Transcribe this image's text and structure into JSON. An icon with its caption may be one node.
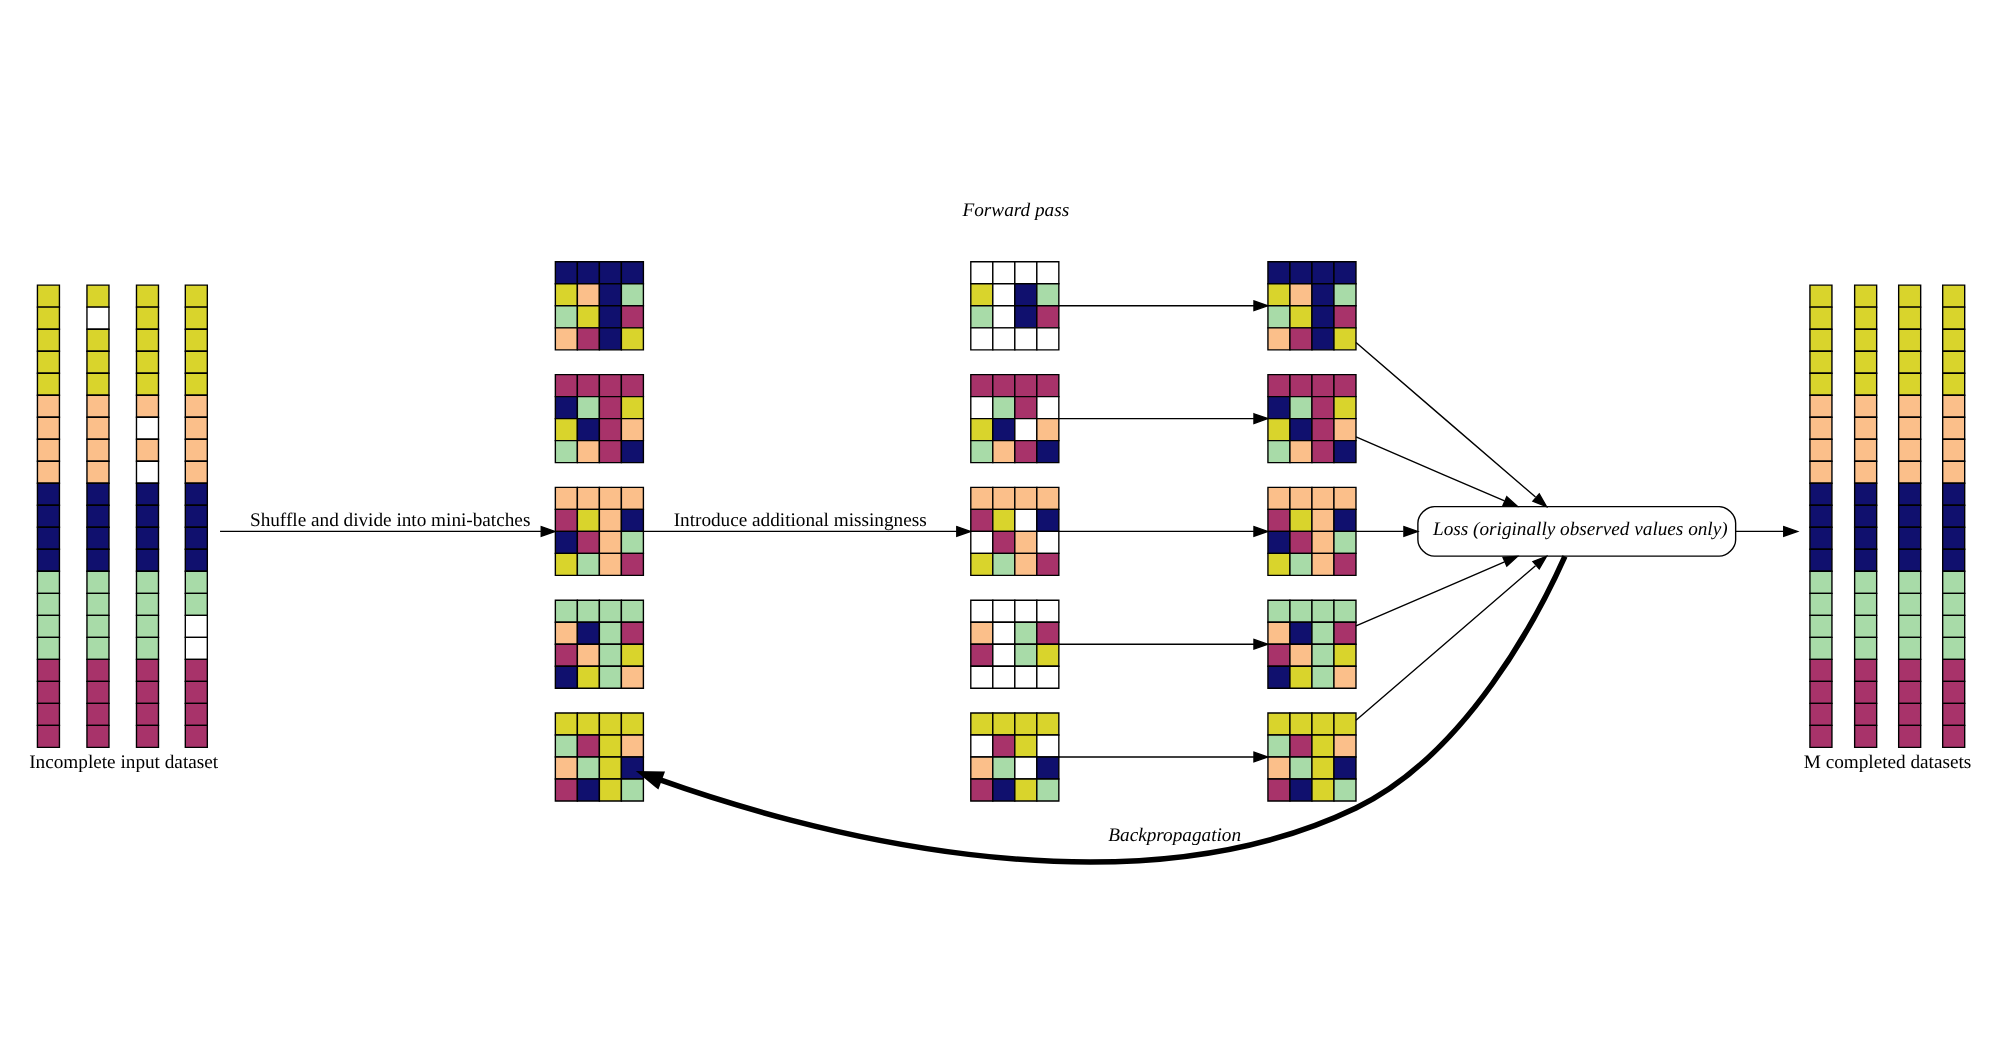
{
  "diagram": {
    "nodes": [
      {
        "text": [],
        "shape": "picture",
        "beside": [
          "Incomplete input dataset"
        ]
      },
      {
        "text": [],
        "shape": "picture"
      },
      {
        "text": [],
        "shape": "picture"
      },
      {
        "text": [],
        "shape": "picture"
      },
      {
        "text": [],
        "shape": "picture"
      },
      {
        "text": [],
        "shape": "picture"
      },
      {
        "text": [],
        "shape": "picture"
      },
      {
        "text": [],
        "shape": "picture"
      },
      {
        "text": [],
        "shape": "picture"
      },
      {
        "text": [],
        "shape": "picture"
      },
      {
        "text": [],
        "shape": "picture"
      },
      {
        "text": [],
        "shape": "picture"
      },
      {
        "text": [],
        "shape": "picture"
      },
      {
        "text": [],
        "shape": "picture"
      },
      {
        "text": [],
        "shape": "picture"
      },
      {
        "text": [],
        "shape": "picture"
      },
      {
        "text": [
          "Loss (originally observed values only)"
        ]
      },
      {
        "text": [],
        "shape": "picture",
        "beside": [
          "M completed datasets"
        ]
      }
    ],
    "edges": [
      {
        "from": 0,
        "to": 3,
        "arrow": "to",
        "label": "Shuffle and divide into mini-batches"
      },
      {
        "from": 3,
        "to": 8,
        "arrow": "to",
        "label": "Introduce additional missingness"
      },
      {
        "from": 6,
        "to": 11,
        "arrow": "to"
      },
      {
        "from": 7,
        "to": 12,
        "arrow": "to"
      },
      {
        "from": 8,
        "to": 13,
        "arrow": "to"
      },
      {
        "from": 9,
        "to": 14,
        "arrow": "to"
      },
      {
        "from": 10,
        "to": 15,
        "arrow": "to"
      },
      {
        "from": 11,
        "to": 16,
        "arrow": "to"
      },
      {
        "from": 12,
        "to": 16,
        "arrow": "to"
      },
      {
        "from": 13,
        "to": 16,
        "arrow": "to"
      },
      {
        "from": 14,
        "to": 16,
        "arrow": "to"
      },
      {
        "from": 15,
        "to": 16,
        "arrow": "to"
      },
      {
        "from": 16,
        "to": 17,
        "arrow": "to"
      },
      {
        "from": 16,
        "to": 5,
        "arrow": "to",
        "label": "Backpropagation",
        "style": "thick"
      }
    ],
    "labels": [
      "Forward pass"
    ]
  }
}
